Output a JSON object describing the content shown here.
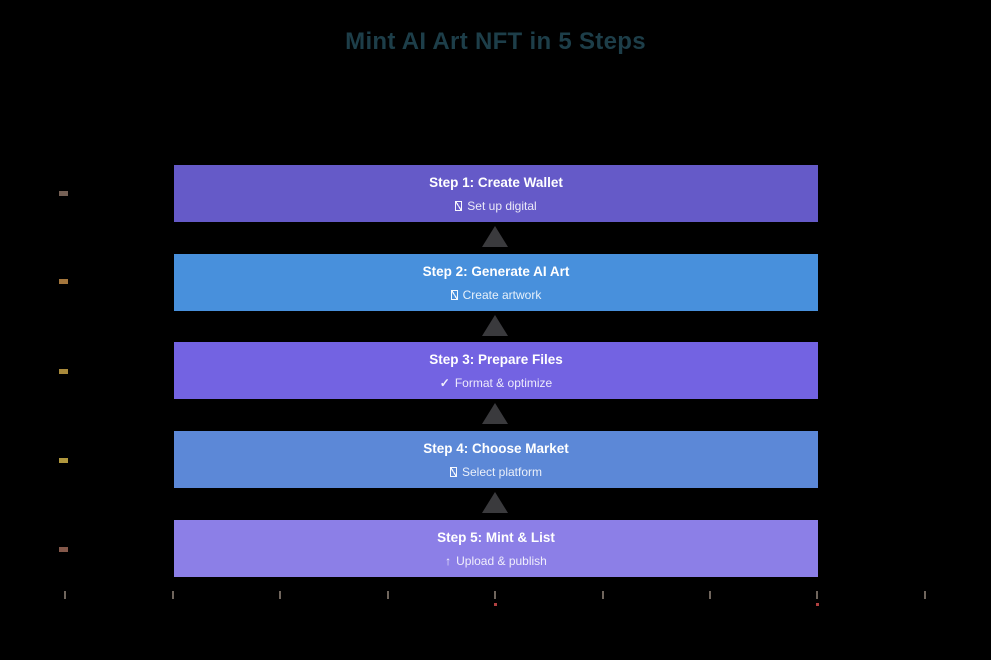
{
  "chart_data": {
    "type": "bar",
    "orientation": "horizontal-flow",
    "title": "Mint AI Art NFT in 5 Steps",
    "title_color": "#1D3E49",
    "background": "#000000",
    "legend": false,
    "grid": false,
    "steps": [
      {
        "label": "Step 1: Create Wallet",
        "icon": "missing-glyph",
        "icon_char": "",
        "subtitle": "Set up digital",
        "color": "#655AC8"
      },
      {
        "label": "Step 2: Generate AI Art",
        "icon": "missing-glyph",
        "icon_char": "",
        "subtitle": "Create artwork",
        "color": "#4890DC"
      },
      {
        "label": "Step 3: Prepare Files",
        "icon": "check",
        "icon_char": "✓",
        "subtitle": "Format & optimize",
        "color": "#7363E2"
      },
      {
        "label": "Step 4: Choose Market",
        "icon": "missing-glyph",
        "icon_char": "",
        "subtitle": "Select platform",
        "color": "#5C88D7"
      },
      {
        "label": "Step 5: Mint & List",
        "icon": "up-arrow",
        "icon_char": "↑",
        "subtitle": "Upload & publish",
        "color": "#8C7FE7"
      }
    ],
    "connector_arrows": {
      "count": 4,
      "direction": "up",
      "color": "#3A3A3D"
    },
    "x_axis": {
      "tick_count": 9,
      "tick_color": "#6F655C",
      "tick_labels_visible": false,
      "red_dot_tick_indexes": [
        4,
        7
      ],
      "red_dot_color": "#B04040"
    },
    "y_axis": {
      "tick_labels_visible": false,
      "tick_glyph_colors": [
        "#756055",
        "#A4763C",
        "#A98A3B",
        "#B0973D",
        "#84584A"
      ]
    }
  }
}
